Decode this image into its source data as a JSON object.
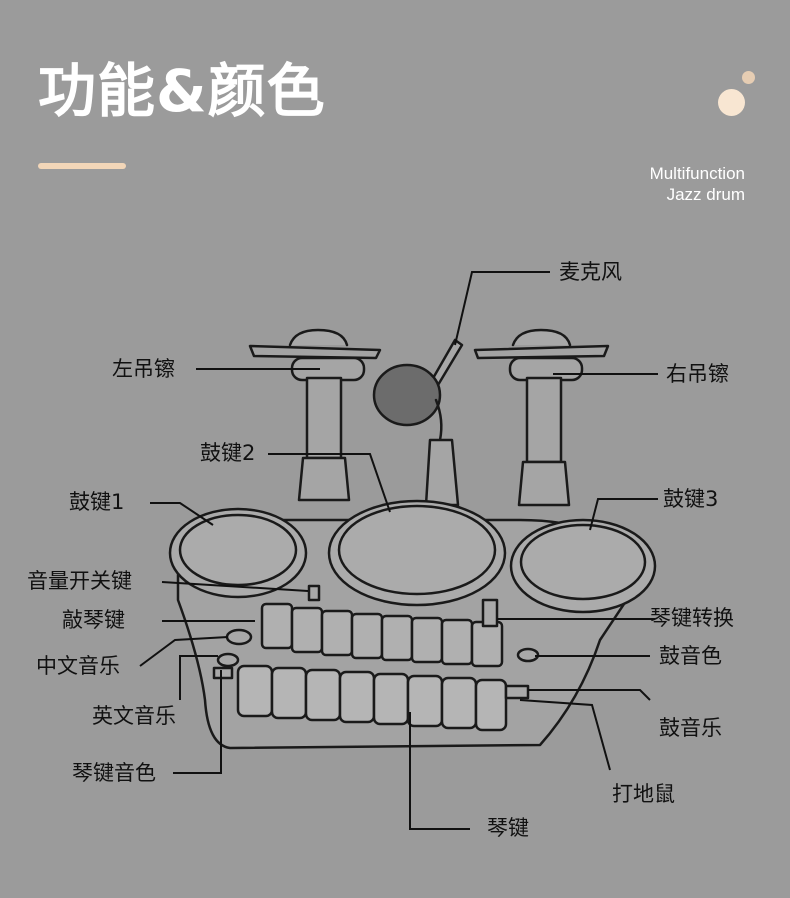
{
  "header": {
    "title": "功能&颜色",
    "subtitle_line1": "Multifunction",
    "subtitle_line2": "Jazz drum"
  },
  "labels": {
    "microphone": "麦克风",
    "left_cymbal": "左吊镲",
    "right_cymbal": "右吊镲",
    "drum_key_2": "鼓键2",
    "drum_key_1": "鼓键1",
    "drum_key_3": "鼓键3",
    "volume_switch": "音量开关键",
    "tap_piano_key": "敲琴键",
    "piano_key_switch": "琴键转换",
    "chinese_music": "中文音乐",
    "drum_tone": "鼓音色",
    "english_music": "英文音乐",
    "drum_music": "鼓音乐",
    "piano_tone": "琴键音色",
    "whack_a_mole": "打地鼠",
    "piano_keys": "琴键"
  },
  "colors": {
    "background": "#9b9b9b",
    "accent": "#f2d6b8",
    "title": "#ffffff",
    "label_text": "#111111",
    "line_art": "#1a1a1a"
  }
}
